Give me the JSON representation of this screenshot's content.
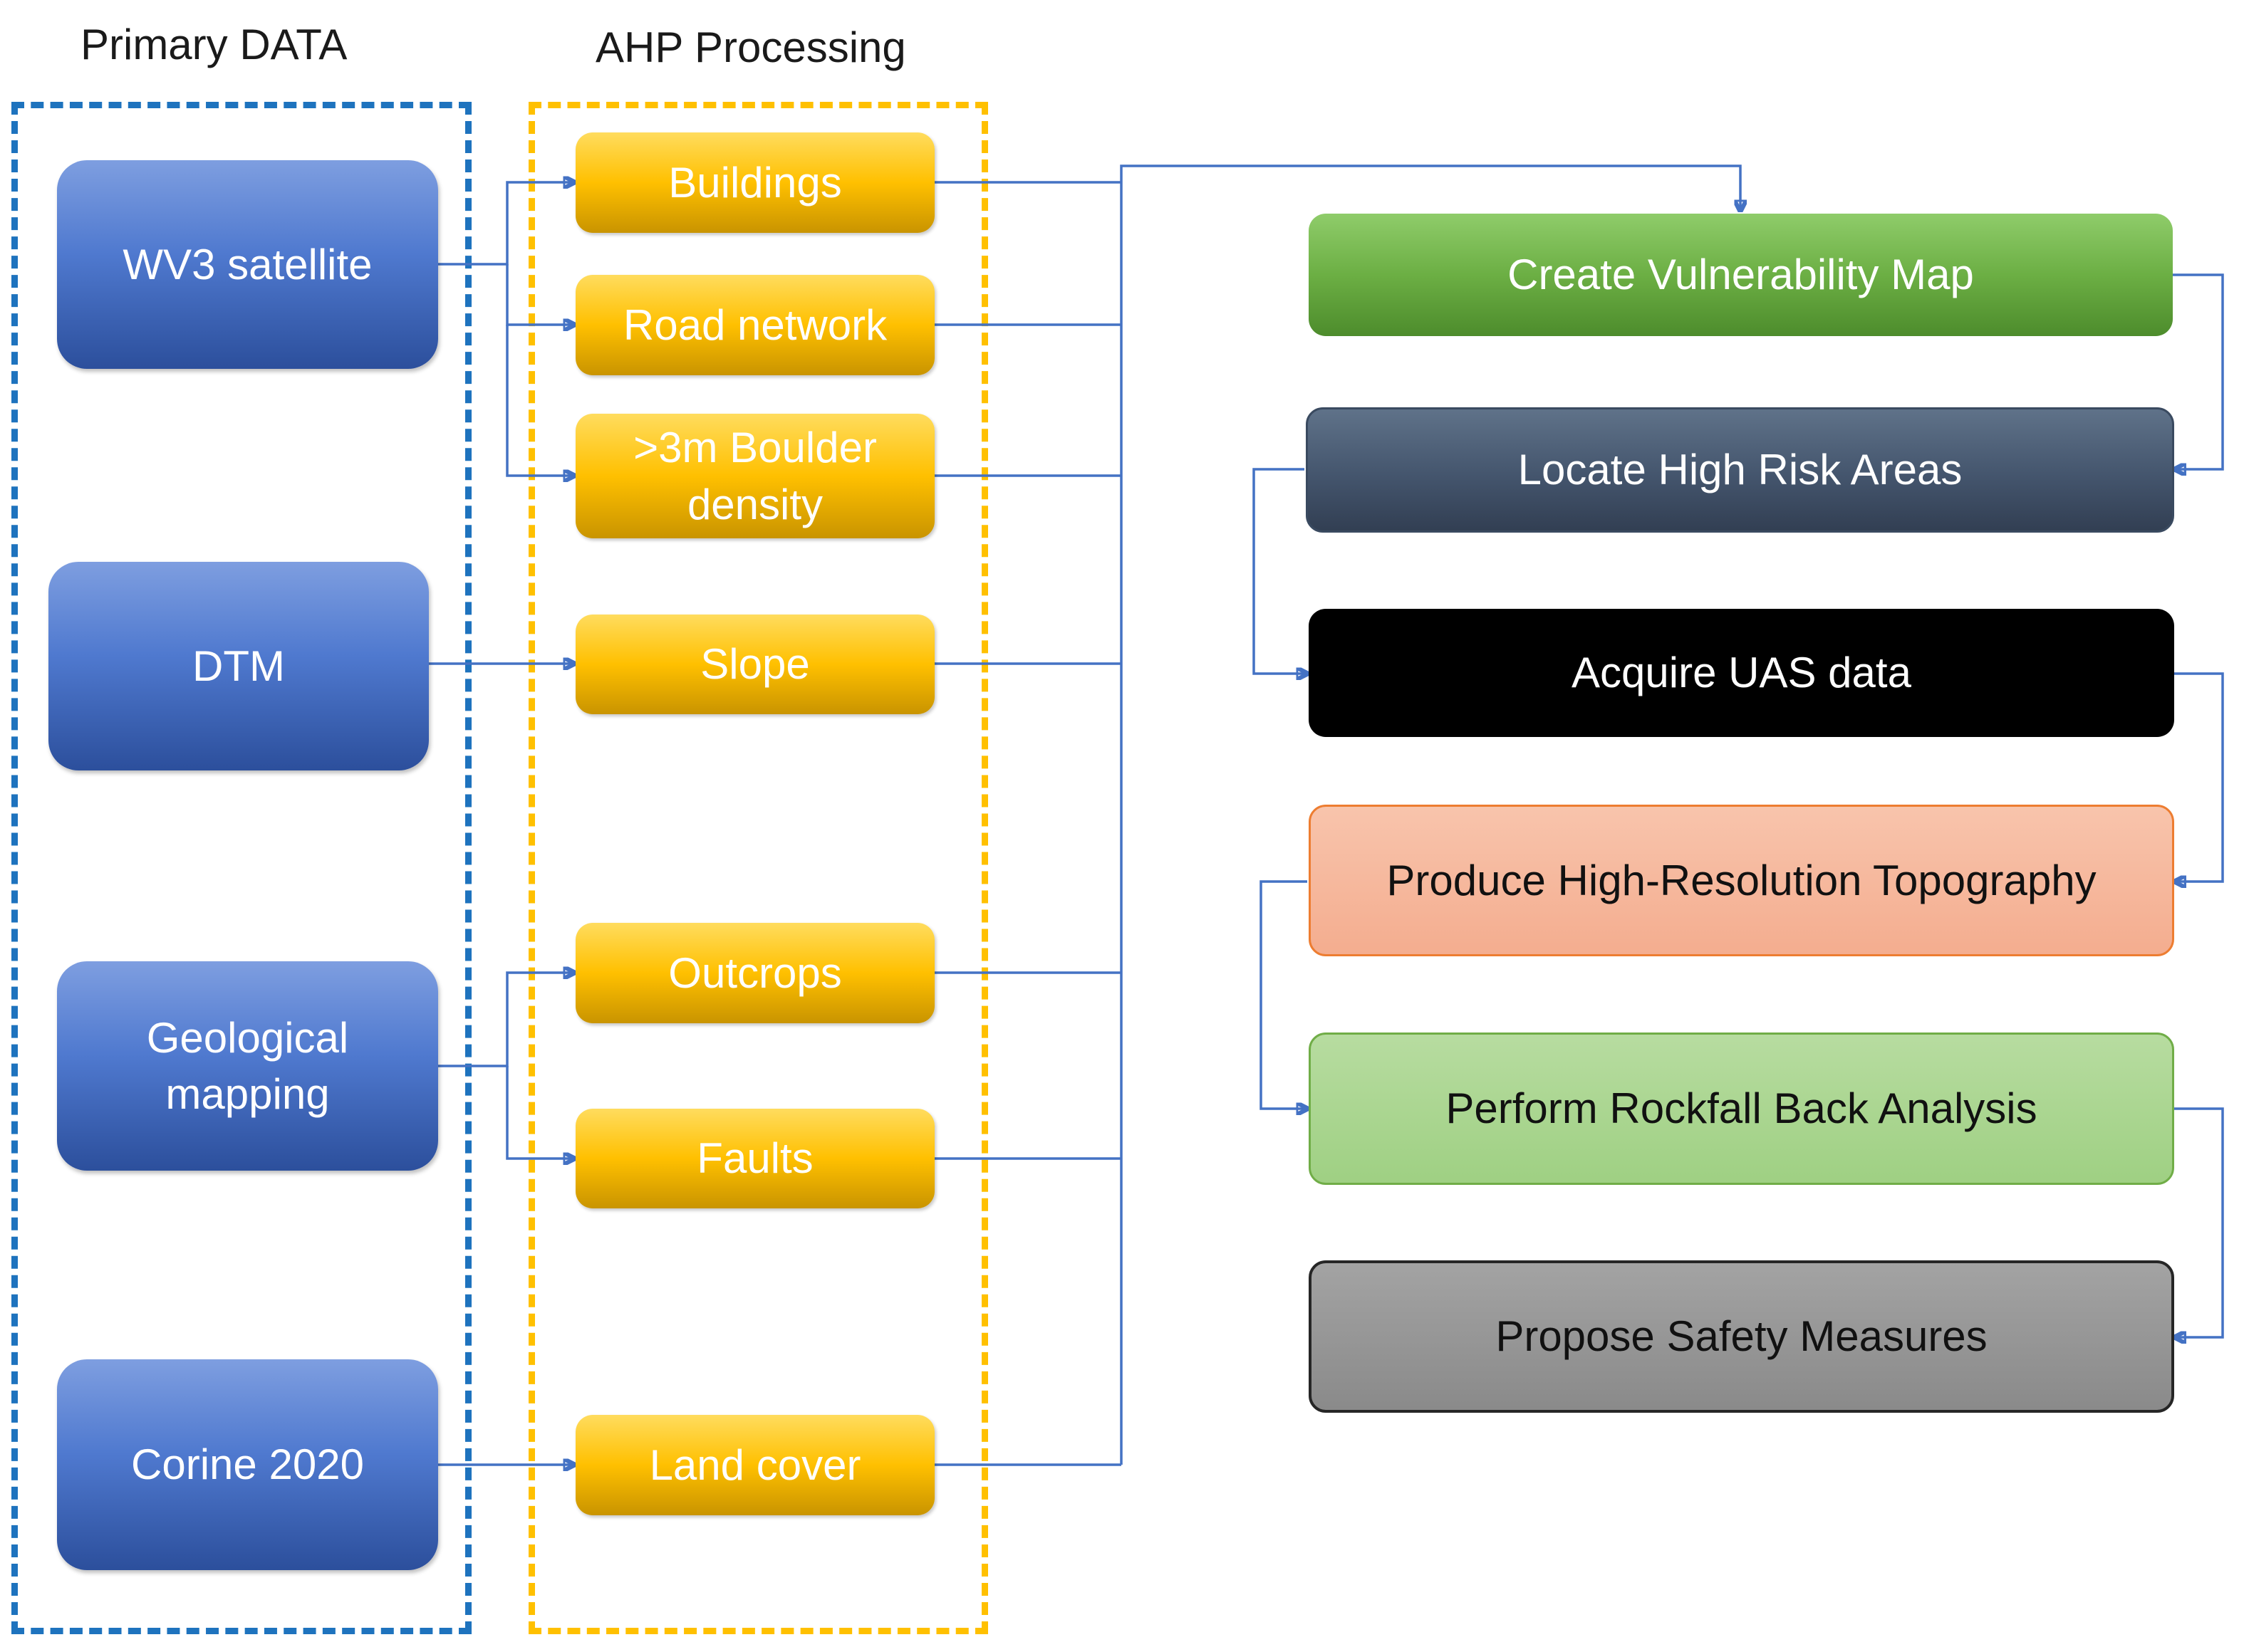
{
  "headers": {
    "primary": "Primary DATA",
    "ahp": "AHP Processing"
  },
  "primary_data": {
    "wv3": "WV3 satellite",
    "dtm": "DTM",
    "geological": "Geological mapping",
    "corine": "Corine 2020"
  },
  "ahp": {
    "buildings": "Buildings",
    "road": "Road network",
    "boulder": ">3m Boulder density",
    "slope": "Slope",
    "outcrops": "Outcrops",
    "faults": "Faults",
    "landcover": "Land cover"
  },
  "workflow": {
    "vulnerability": "Create Vulnerability Map",
    "risk": "Locate High Risk Areas",
    "uas": "Acquire UAS data",
    "topography": "Produce High-Resolution Topography",
    "rockfall": "Perform Rockfall Back Analysis",
    "safety": "Propose Safety Measures"
  },
  "colors": {
    "connector": "#4472c4",
    "primary_group_border": "#1e73be",
    "ahp_group_border": "#ffc000"
  }
}
